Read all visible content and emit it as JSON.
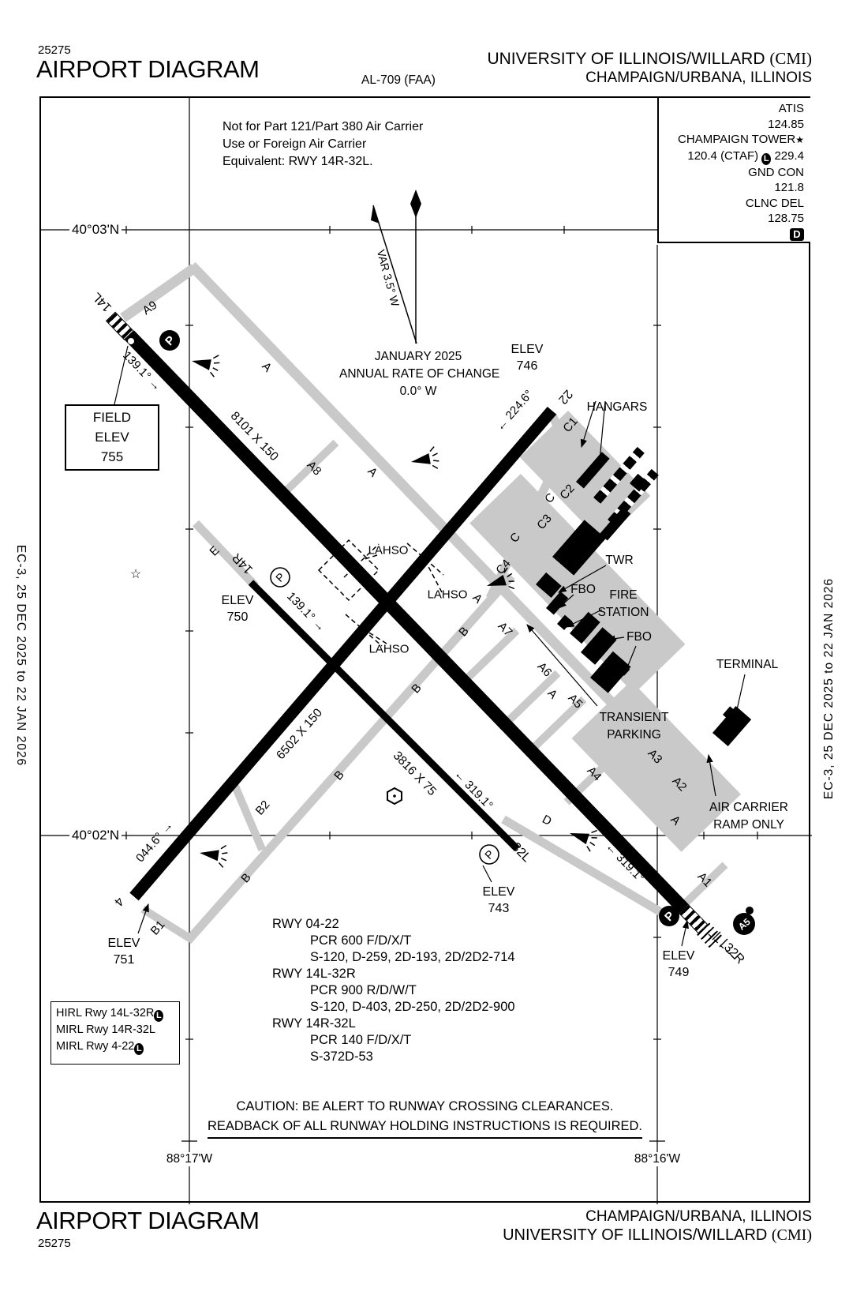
{
  "header": {
    "chart_number": "25275",
    "title": "AIRPORT DIAGRAM",
    "al_number": "AL-709 (FAA)",
    "airport": "UNIVERSITY OF ILLINOIS/WILLARD",
    "icao": "(CMI)",
    "city": "CHAMPAIGN/URBANA, ILLINOIS"
  },
  "comm": {
    "atis_label": "ATIS",
    "atis_freq": "124.85",
    "tower_label": "CHAMPAIGN TOWER",
    "tower_star": "★",
    "tower_freq_vhf": "120.4 (CTAF)",
    "l_symbol": "L",
    "tower_freq_uhf": "229.4",
    "gnd_label": "GND CON",
    "gnd_freq": "121.8",
    "clnc_label": "CLNC DEL",
    "clnc_freq": "128.75",
    "d_symbol": "D"
  },
  "notes": {
    "line1": "Not for Part 121/Part 380 Air Carrier",
    "line2": "Use or Foreign Air Carrier",
    "line3": "Equivalent: RWY 14R-32L."
  },
  "variation": {
    "var_label": "VAR 3.5° W",
    "date": "JANUARY 2025",
    "rate_label": "ANNUAL RATE OF CHANGE",
    "rate": "0.0° W"
  },
  "map": {
    "grid": {
      "lat_top": "40°03'N",
      "lat_bottom": "40°02'N",
      "lon_left": "88°17'W",
      "lon_right": "88°16'W"
    },
    "field_elev": {
      "l1": "FIELD",
      "l2": "ELEV",
      "l3": "755"
    },
    "rwy_ends": [
      "14L",
      "14R",
      "22",
      "4",
      "32L",
      "32R"
    ],
    "dims": [
      "8101 X 150",
      "6502 X 150",
      "3816 X 75"
    ],
    "hdgs": [
      "139.1° →",
      "139.1° →",
      "← 224.6°",
      "044.6° →",
      "← 319.1°",
      "← 319.1°"
    ],
    "twy": [
      "A9",
      "A",
      "A8",
      "A",
      "A",
      "A7",
      "A6",
      "A",
      "A5",
      "A4",
      "A3",
      "A2",
      "A",
      "A1",
      "B1",
      "B",
      "B2",
      "B",
      "B",
      "B",
      "C1",
      "C2",
      "C",
      "C3",
      "C",
      "C4",
      "D",
      "E"
    ],
    "lahso": "LAHSO",
    "elevs": {
      "e746": [
        "ELEV",
        "746"
      ],
      "e750": [
        "ELEV",
        "750"
      ],
      "e743": [
        "ELEV",
        "743"
      ],
      "e751": [
        "ELEV",
        "751"
      ],
      "e749": [
        "ELEV",
        "749"
      ]
    },
    "poi": {
      "hangars": "HANGARS",
      "twr": "TWR",
      "fbo_north": "FBO",
      "fire1": "FIRE",
      "fire2": "STATION",
      "fbo_south": "FBO",
      "terminal": "TERMINAL",
      "transient1": "TRANSIENT",
      "transient2": "PARKING",
      "air_carrier1": "AIR CARRIER",
      "air_carrier2": "RAMP ONLY"
    },
    "symbols": {
      "parking": "P",
      "hold_a5": "A5",
      "beacon": "☆"
    }
  },
  "runway_data": [
    {
      "t": "RWY 04-22",
      "ind": 0
    },
    {
      "t": "PCR 600 F/D/X/T",
      "ind": 1
    },
    {
      "t": "S-120, D-259, 2D-193, 2D/2D2-714",
      "ind": 1
    },
    {
      "t": "RWY 14L-32R",
      "ind": 0
    },
    {
      "t": "PCR 900 R/D/W/T",
      "ind": 1
    },
    {
      "t": "S-120, D-403, 2D-250, 2D/2D2-900",
      "ind": 1
    },
    {
      "t": "RWY 14R-32L",
      "ind": 0
    },
    {
      "t": "PCR 140 F/D/X/T",
      "ind": 1
    },
    {
      "t": "S-372D-53",
      "ind": 1
    }
  ],
  "lighting": {
    "l1": "HIRL Rwy 14L-32R",
    "l1_sym": "L",
    "l2": "MIRL Rwy 14R-32L",
    "l3": "MIRL Rwy 4-22",
    "l3_sym": "L"
  },
  "caution": {
    "line1": "CAUTION: BE ALERT TO RUNWAY CROSSING CLEARANCES.",
    "line2": "READBACK OF ALL RUNWAY HOLDING INSTRUCTIONS IS REQUIRED."
  },
  "edge": {
    "left": "EC-3, 25 DEC 2025 to 22 JAN 2026",
    "right": "EC-3, 25 DEC 2025 to 22 JAN 2026"
  },
  "footer": {
    "title": "AIRPORT DIAGRAM",
    "chart_number": "25275",
    "city": "CHAMPAIGN/URBANA, ILLINOIS",
    "airport": "UNIVERSITY OF ILLINOIS/WILLARD",
    "icao": "(CMI)"
  }
}
